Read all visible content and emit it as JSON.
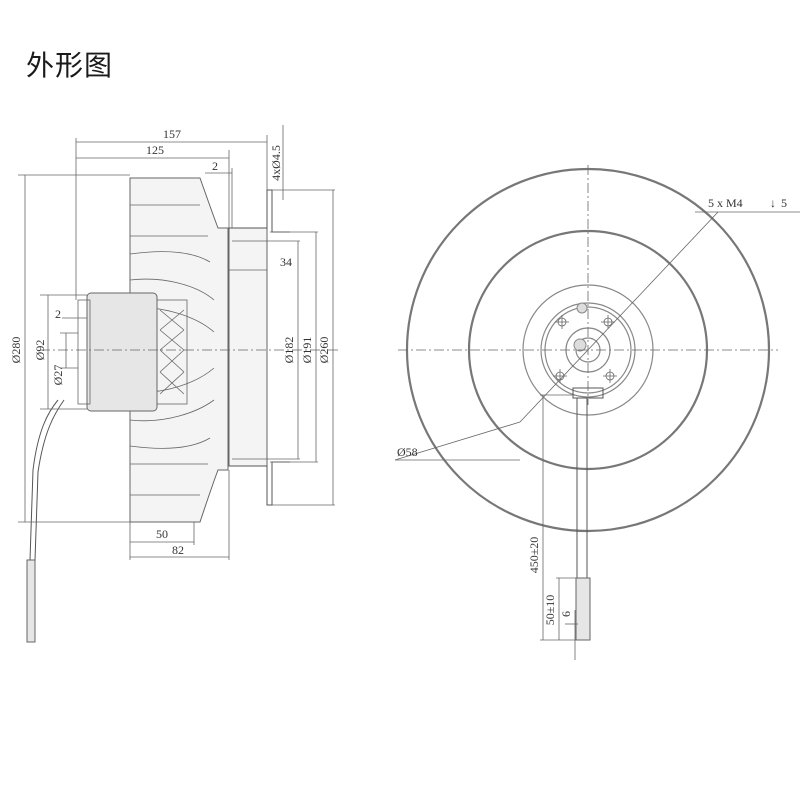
{
  "title": "外形图",
  "dimensions": {
    "overall_depth": "157",
    "impeller_depth": "125",
    "flange_offset": "2",
    "mount_holes": "4xØ4.5",
    "flange_to_ring": "34",
    "diameter_impeller": "Ø280",
    "diameter_92": "Ø92",
    "diameter_27": "Ø27",
    "offset_2": "2",
    "diameter_182": "Ø182",
    "diameter_191": "Ø191",
    "diameter_260": "Ø260",
    "width_50": "50",
    "width_82": "82",
    "hub_threads": "5 x M4",
    "thread_depth": "5",
    "center_diameter": "Ø58",
    "cable_length": "450±20",
    "cable_strip": "50±10",
    "cable_tip": "6"
  }
}
